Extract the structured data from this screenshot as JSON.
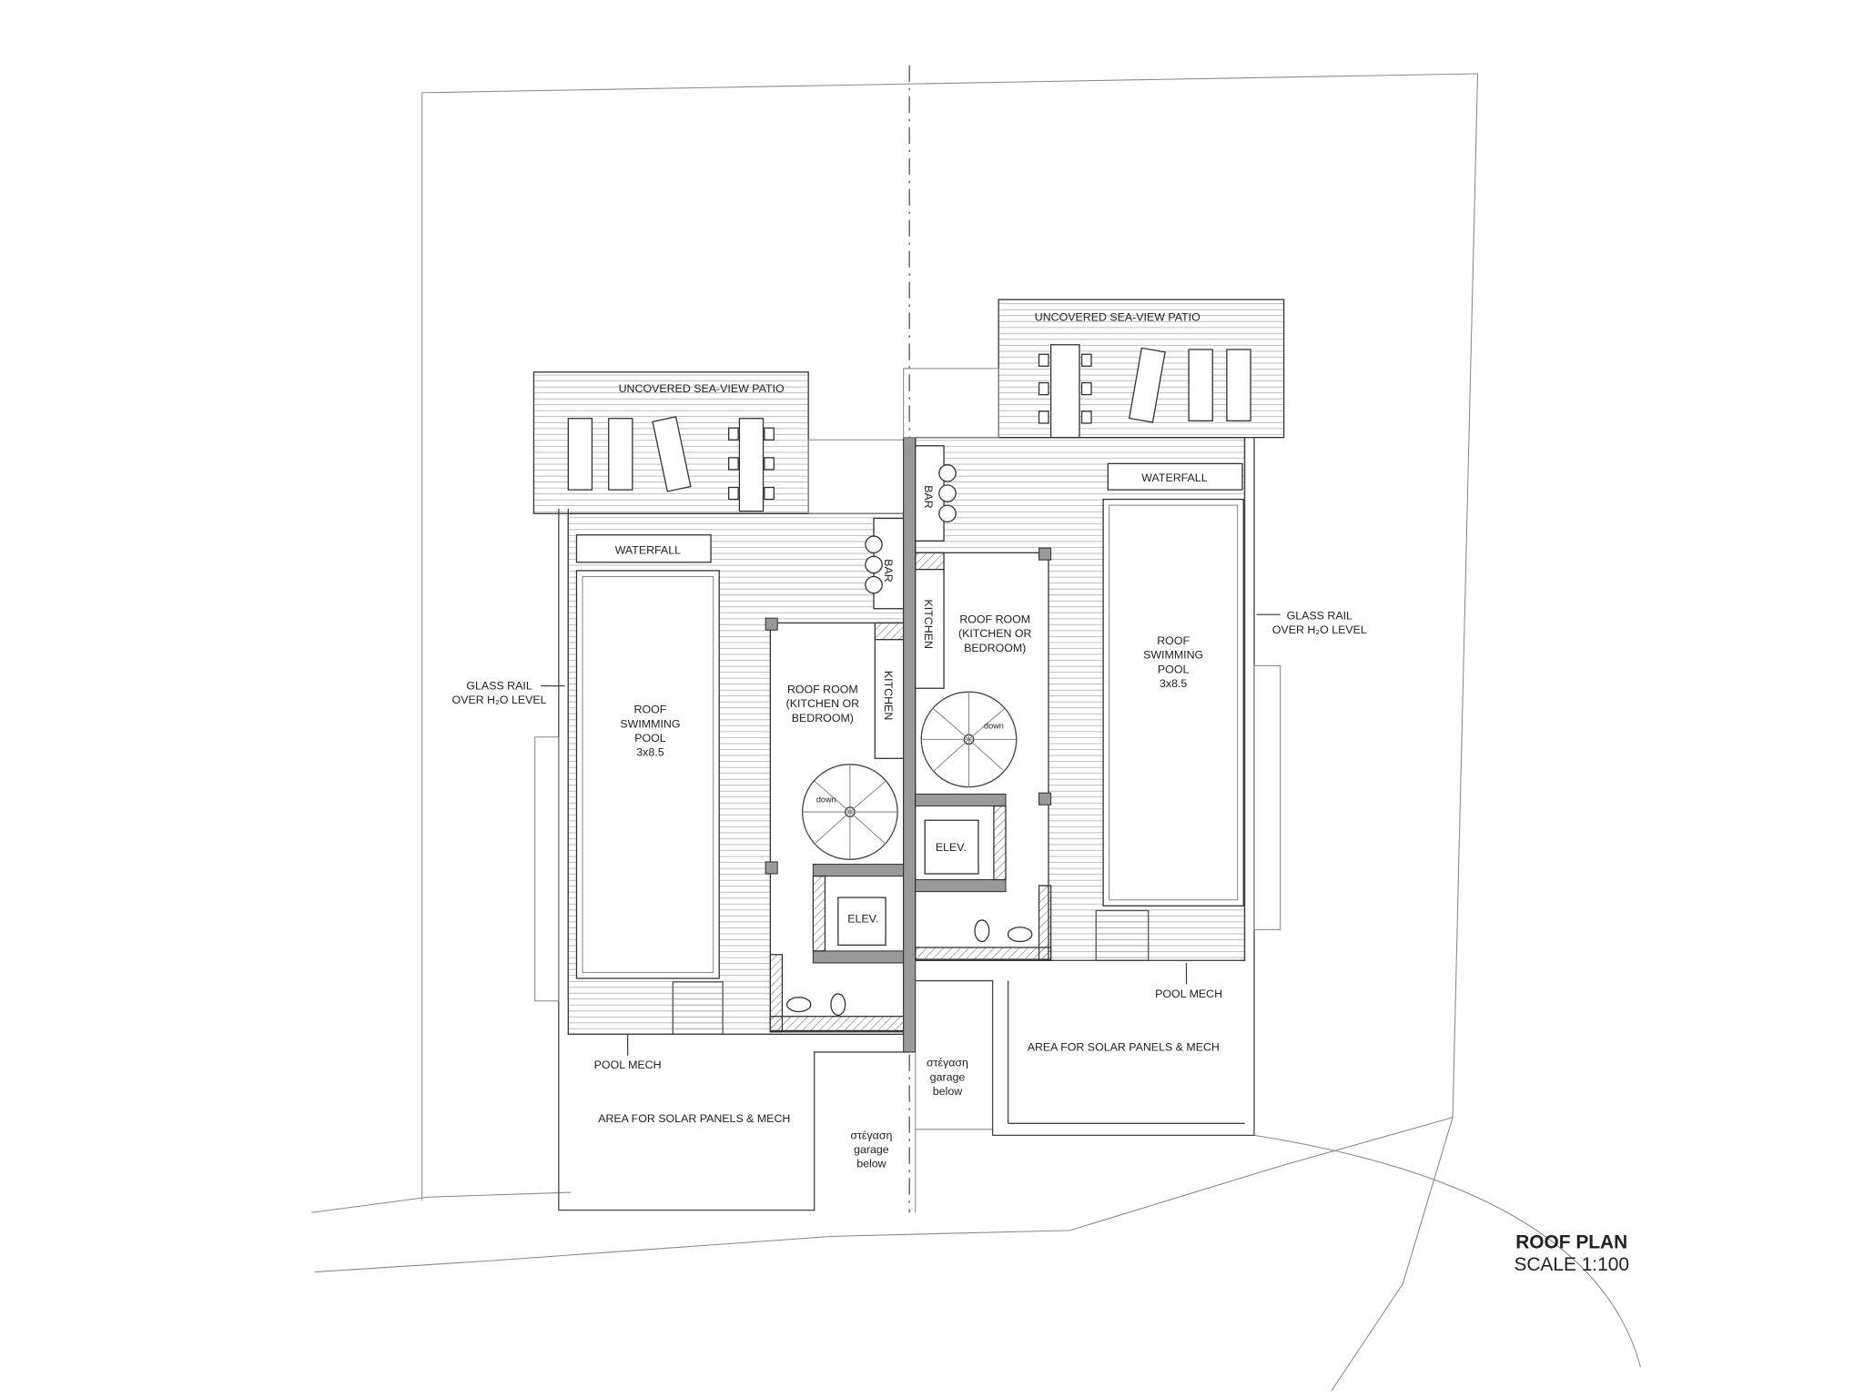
{
  "drawing": {
    "title": "ROOF PLAN",
    "scale": "SCALE 1:100"
  },
  "left_unit": {
    "patio": "UNCOVERED SEA-VIEW PATIO",
    "waterfall": "WATERFALL",
    "pool": [
      "ROOF",
      "SWIMMING",
      "POOL",
      "3x8.5"
    ],
    "glass_rail": [
      "GLASS RAIL",
      "OVER H₂O LEVEL"
    ],
    "bar": "BAR",
    "kitchen": "KITCHEN",
    "roof_room": [
      "ROOF ROOM",
      "(KITCHEN OR",
      "BEDROOM)"
    ],
    "stairs": "down",
    "elevator": "ELEV.",
    "pool_mech": "POOL MECH",
    "solar": "AREA FOR SOLAR PANELS & MECH",
    "garage": [
      "στέγαση",
      "garage",
      "below"
    ]
  },
  "right_unit": {
    "patio": "UNCOVERED SEA-VIEW PATIO",
    "waterfall": "WATERFALL",
    "pool": [
      "ROOF",
      "SWIMMING",
      "POOL",
      "3x8.5"
    ],
    "glass_rail": [
      "GLASS RAIL",
      "OVER H₂O LEVEL"
    ],
    "bar": "BAR",
    "kitchen": "KITCHEN",
    "roof_room": [
      "ROOF ROOM",
      "(KITCHEN OR",
      "BEDROOM)"
    ],
    "stairs": "down",
    "elevator": "ELEV.",
    "pool_mech": "POOL MECH",
    "solar": "AREA FOR SOLAR PANELS & MECH",
    "garage": [
      "στέγαση",
      "garage",
      "below"
    ]
  }
}
